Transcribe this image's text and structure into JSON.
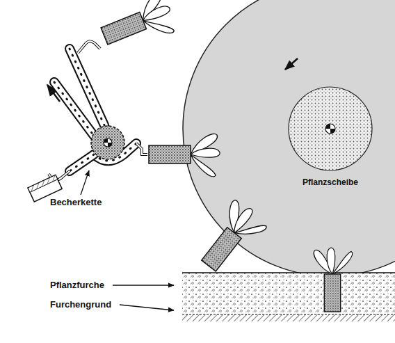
{
  "diagram": {
    "nodes": [
      {
        "text": [
          "Pflanzscheibe"
        ]
      }
    ],
    "labels": [
      "Becherkette",
      "Pflanzfurche",
      "Furchengrund"
    ]
  }
}
